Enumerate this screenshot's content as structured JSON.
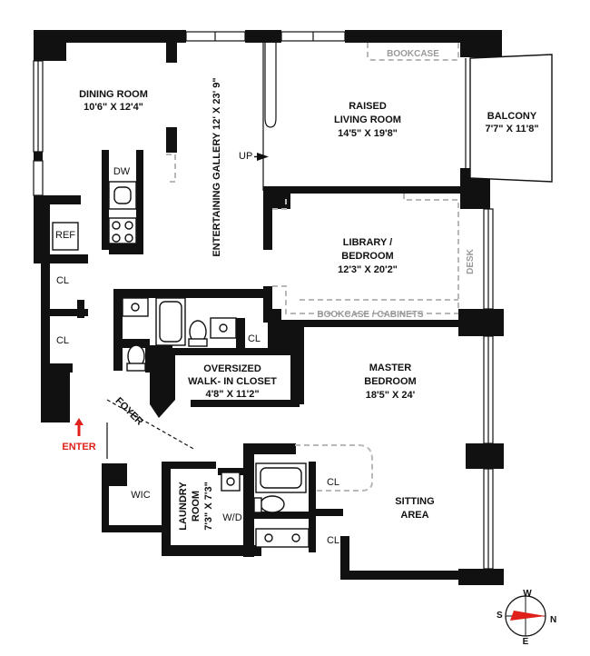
{
  "rooms": {
    "dining": {
      "name": "DINING ROOM",
      "dims": "10'6\" X 12'4\""
    },
    "gallery": {
      "name": "ENTERTAINING GALLERY 12' X 23' 9\""
    },
    "living": {
      "line1": "RAISED",
      "line2": "LIVING ROOM",
      "dims": "14'5\" X 19'8\""
    },
    "balcony": {
      "name": "BALCONY",
      "dims": "7'7\" X 11'8\""
    },
    "library": {
      "line1": "LIBRARY /",
      "line2": "BEDROOM",
      "dims": "12'3\" X 20'2\""
    },
    "closet": {
      "line1": "OVERSIZED",
      "line2": "WALK- IN CLOSET",
      "dims": "4'8\" X 11'2\""
    },
    "master": {
      "line1": "MASTER",
      "line2": "BEDROOM",
      "dims": "18'5\" X 24'"
    },
    "laundry": {
      "line1": "LAUNDRY",
      "line2": "ROOM",
      "dims": "7'3\" X 7'3\""
    },
    "sitting": {
      "line1": "SITTING",
      "line2": "AREA"
    }
  },
  "labels": {
    "bookcase": "BOOKCASE",
    "bookcase_cabinets": "BOOKCASE / CABINETS",
    "desk": "DESK",
    "dw": "DW",
    "ref": "REF",
    "cl": "CL",
    "wic": "WIC",
    "wd": "W/D",
    "up": "UP",
    "foyer": "FOYER",
    "enter": "ENTER"
  },
  "compass": {
    "n": "N",
    "s": "S",
    "e": "E",
    "w": "W"
  },
  "colors": {
    "wall": "#111111",
    "dashed": "#b8b8b8",
    "enter": "#e0201b",
    "compass_needle": "#e0201b"
  }
}
